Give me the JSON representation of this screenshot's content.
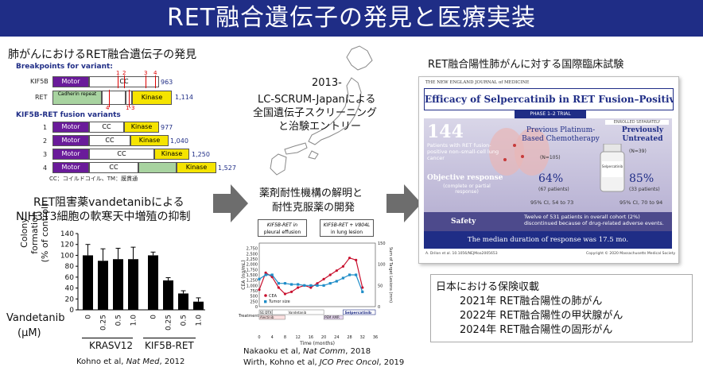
{
  "title": "RET融合遺伝子の発見と医療実装",
  "left_section": {
    "title": "肺がんにおけるRET融合遺伝子の発見",
    "breakpoints_label": "Breakpoints for variant:",
    "kif5b_label": "KIF5B",
    "ret_label": "RET",
    "motor": "Motor",
    "cc": "CC",
    "kinase": "Kinase",
    "cadherin": "Cadherin repeat",
    "kif5b_len": "963",
    "ret_len": "1,114",
    "bp_top": [
      "1",
      "2",
      "3",
      "4"
    ],
    "bp_bottom": [
      "4",
      "1-3"
    ],
    "fusion_title": "KIF5B-RET fusion variants",
    "variants": [
      {
        "id": "1",
        "len": "977"
      },
      {
        "id": "2",
        "len": "1,040"
      },
      {
        "id": "3",
        "len": "1,250"
      },
      {
        "id": "4",
        "len": "1,527"
      }
    ],
    "legend": "CC：コイルドコイル、TM：膜貫通"
  },
  "vandetanib": {
    "title_line1": "RET阻害薬vandetanibによる",
    "title_line2": "NIH3T3細胞の軟寒天中増殖の抑制",
    "ylabel_line1": "Colony formation",
    "ylabel_line2": "(% of control)",
    "vandetanib_label": "Vandetanib",
    "unit_label": "(μM)",
    "group1": "KRASV12",
    "group2": "KIF5B-RET",
    "citation_prefix": "Kohno et al,",
    "citation_journal": "Nat Med",
    "citation_suffix": ", 2012"
  },
  "chart_data": [
    {
      "type": "bar",
      "categories": [
        "0",
        "0.25",
        "0.5",
        "1.0",
        "0",
        "0.25",
        "0.5",
        "1.0"
      ],
      "groups": [
        "KRASV12",
        "KIF5B-RET"
      ],
      "values": [
        100,
        90,
        93,
        93,
        100,
        54,
        30,
        15
      ],
      "errors": [
        20,
        22,
        20,
        22,
        6,
        5,
        5,
        7
      ],
      "ylim": [
        0,
        140
      ],
      "yticks": [
        "0",
        "20",
        "40",
        "60",
        "80",
        "100",
        "120",
        "140"
      ],
      "ylabel": "Colony formation (% of control)",
      "xlabel": "Vandetanib (μM)"
    },
    {
      "type": "line",
      "x": [
        0,
        2,
        4,
        6,
        8,
        10,
        12,
        14,
        16,
        18,
        20,
        22,
        24,
        26,
        28,
        30,
        32
      ],
      "series": [
        {
          "name": "CEA",
          "values": [
            800,
            1600,
            1400,
            900,
            600,
            700,
            900,
            1000,
            900,
            1100,
            1300,
            1500,
            1700,
            1900,
            2300,
            2200,
            900
          ]
        },
        {
          "name": "Tumor size",
          "values": [
            1300,
            1500,
            1500,
            1100,
            1100,
            1050,
            1050,
            1000,
            1000,
            1000,
            1000,
            1100,
            1200,
            1350,
            1500,
            1500,
            700
          ]
        }
      ],
      "ylim_left": [
        0,
        3000
      ],
      "ylim_right": [
        0,
        150
      ],
      "yticks_left": [
        "0",
        "250",
        "500",
        "750",
        "1,000",
        "1,250",
        "1,500",
        "1,750",
        "2,000",
        "2,250",
        "2,500",
        "2,750"
      ],
      "yticks_right": [
        "0",
        "50",
        "100",
        "150"
      ],
      "xticks": [
        "0",
        "4",
        "8",
        "12",
        "16",
        "20",
        "24",
        "28",
        "32",
        "36"
      ],
      "ylabel": "CEA (ng/mL)",
      "ylabel_right": "Sum of Target Lesions (mm)",
      "xlabel": "Time (months)"
    }
  ],
  "japan": {
    "year": "2013-",
    "line1": "LC-SCRUM-Japanによる",
    "line2": "全国遺伝子スクリーニング",
    "line3": "と治験エントリー"
  },
  "resistance": {
    "title_line1": "薬剤耐性機構の解明と",
    "title_line2": "耐性克服薬の開発",
    "box1_line1": "KIF5B-RET in",
    "box1_line2": "pleural effusion",
    "box2_line1": "KIF5B-RET + V804L",
    "box2_line2": "in lung lesion",
    "legend_cea": "CEA",
    "legend_tumor": "Tumor size",
    "treatment_label": "Treatment",
    "treat1": "S1 DTX",
    "treat2": "Vandetanib",
    "treat3": "Selpercatinib",
    "treat4": "Alectinib",
    "treat5": "PEM AMR",
    "citation1_prefix": "Nakaoku et al,",
    "citation1_journal": "Nat Comm",
    "citation1_suffix": ", 2018",
    "citation2_prefix": "Wirth, Kohno et al,",
    "citation2_journal": "JCO Prec Oncol",
    "citation2_suffix": ", 2019"
  },
  "trial": {
    "title": "RET融合陽性肺がんに対する国際臨床試験",
    "journal": "THE NEW ENGLAND JOURNAL of MEDICINE",
    "headline": "Efficacy of Selpercatinib in RET Fusion–Positive NSCLC",
    "phase": "PHASE 1–2 TRIAL",
    "enrolled": "ENROLLED SEPARATELY",
    "n_total": "144",
    "n_desc": "Patients with RET fusion-positive non–small-cell lung cancer",
    "col1_title": "Previous Platinum-Based Chemotherapy",
    "col1_n": "(N=105)",
    "col2_title": "Previously Untreated",
    "col2_n": "(N=39)",
    "objective": "Objective response",
    "objective_sub": "(complete or partial response)",
    "pct1": "64%",
    "pct1_sub": "(67 patients)",
    "ci1": "95% CI, 54 to 73",
    "pct2": "85%",
    "pct2_sub": "(33 patients)",
    "ci2": "95% CI, 70 to 94",
    "safety": "Safety",
    "safety_text": "Twelve of 531 patients in overall cohort (2%) discontinued because of drug-related adverse events.",
    "median": "The median duration of response was 17.5 mo.",
    "author": "A. Drilon et al.    10.1056/NEJMoa2005653",
    "copyright": "Copyright © 2020 Massachusetts Medical Society",
    "bottle_label": "Selpercatinib"
  },
  "insurance": {
    "title": "日本における保険収載",
    "items": [
      "2021年 RET融合陽性の肺がん",
      "2022年 RET融合陽性の甲状腺がん",
      "2024年 RET融合陽性の固形がん"
    ]
  },
  "colors": {
    "banner": "#1f2d86",
    "motor": "#6a1b9a",
    "kinase": "#f5e400",
    "arrow": "#6d6d6d",
    "cea": "#c8102e",
    "tumor": "#1f8dc8"
  }
}
